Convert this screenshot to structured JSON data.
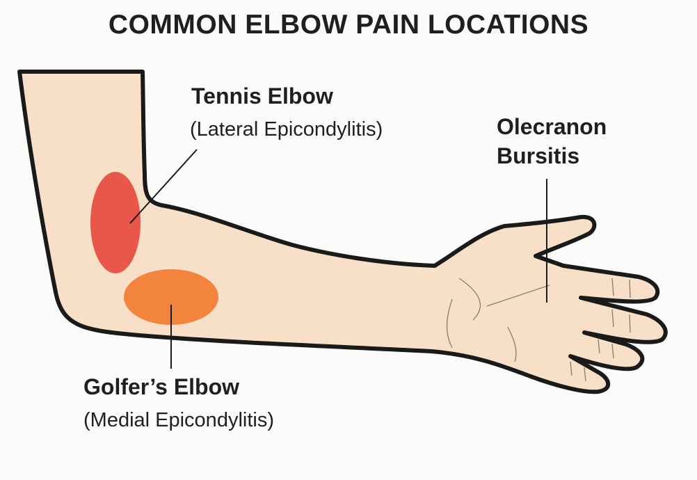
{
  "title": "COMMON ELBOW PAIN LOCATIONS",
  "labels": {
    "tennis": {
      "name": "Tennis Elbow",
      "detail": "(Lateral Epicondylitis)",
      "color": "#e8574a"
    },
    "golfer": {
      "name": "Golfer’s Elbow",
      "detail": "(Medial Epicondylitis)",
      "color": "#f2843e"
    },
    "olecranon": {
      "line1": "Olecranon",
      "line2": "Bursitis"
    }
  },
  "colors": {
    "skin": "#f8e0c8",
    "outline": "#1a1a1a",
    "background": "#fbfbf9"
  }
}
